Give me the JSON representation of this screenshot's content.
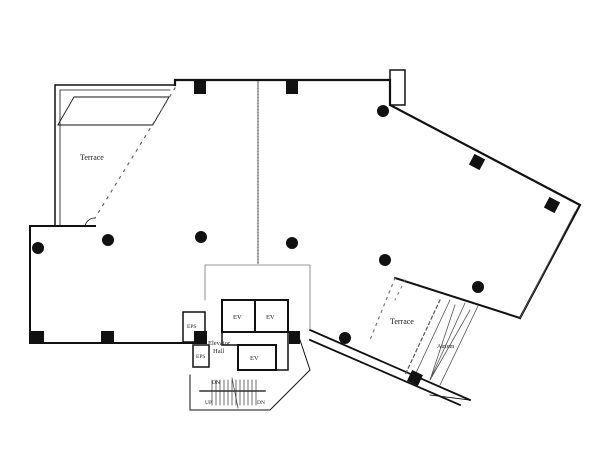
{
  "plan": {
    "labels": {
      "terrace_left": "Terrace",
      "terrace_right": "Terrace",
      "atrium": "Atrium",
      "eps_1": "EPS",
      "eps_2": "EPS",
      "elevator_hall_1": "Elevator",
      "elevator_hall_2": "Hall",
      "ev_1": "EV",
      "ev_2": "EV",
      "ev_3": "EV",
      "stair_dn_1": "DN",
      "stair_up": "UP",
      "stair_dn_2": "DN"
    },
    "colors": {
      "line": "#111111",
      "fill": "#ffffff"
    }
  }
}
